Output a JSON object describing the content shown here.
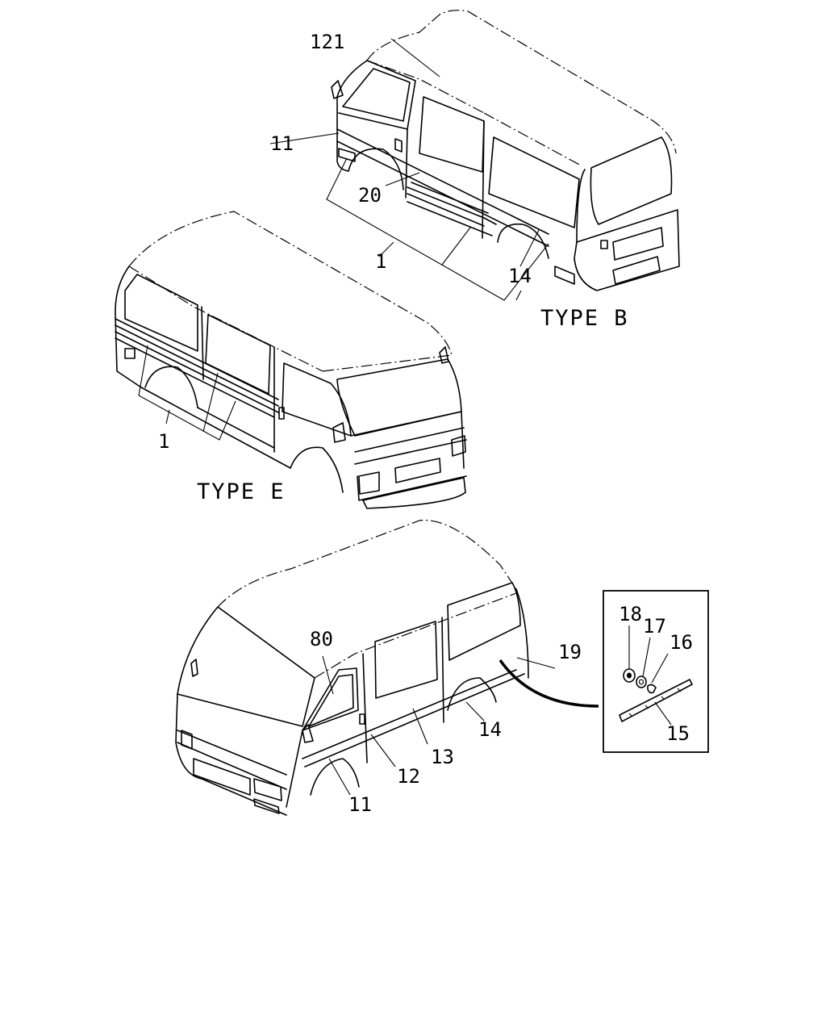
{
  "callouts": {
    "c121": "121",
    "c11_top": "11",
    "c20": "20",
    "c1_top": "1",
    "c14_top": "14",
    "c1_mid": "1",
    "c80": "80",
    "c19": "19",
    "c14_bottom": "14",
    "c13": "13",
    "c12": "12",
    "c11_bottom": "11",
    "c18": "18",
    "c17": "17",
    "c16": "16",
    "c15": "15"
  },
  "type_labels": {
    "type_b": "TYPE B",
    "type_e": "TYPE E"
  }
}
